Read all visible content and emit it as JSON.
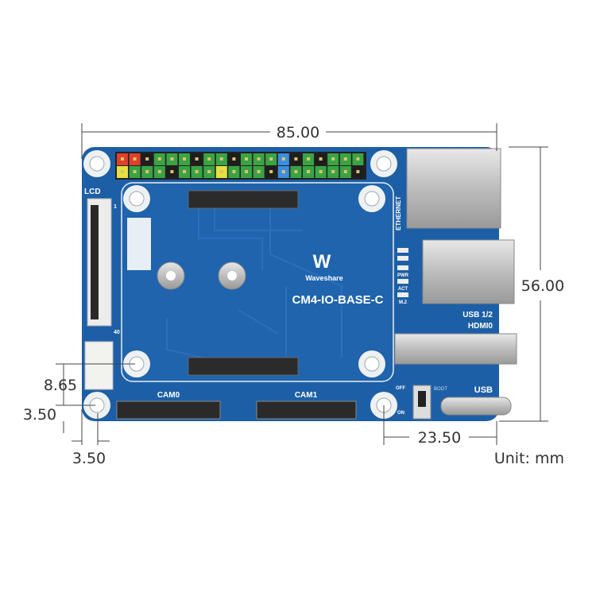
{
  "board": {
    "model": "CM4-IO-BASE-C",
    "brand": "Waveshare",
    "color": "#1d5fa6",
    "labels": {
      "lcd": "LCD",
      "lcd_pin1": "1",
      "lcd_pin40": "40",
      "cam0": "CAM0",
      "cam1": "CAM1",
      "ethernet": "ETHERNET",
      "pwr": "PWR",
      "act": "ACT",
      "m2": "M.2",
      "usb12": "USB 1/2",
      "hdmi0": "HDMI0",
      "usb": "USB",
      "boot": "BOOT",
      "off": "OFF",
      "on": "ON"
    },
    "header_top": [
      "red",
      "red",
      "black",
      "green",
      "green",
      "green",
      "black",
      "green",
      "green",
      "black",
      "green",
      "green",
      "green",
      "blue",
      "black",
      "green",
      "black",
      "green",
      "green",
      "green"
    ],
    "header_bottom": [
      "yellow",
      "green",
      "green",
      "green",
      "black",
      "green",
      "green",
      "green",
      "yellow",
      "green",
      "green",
      "green",
      "black",
      "blue",
      "green",
      "green",
      "green",
      "green",
      "green",
      "black"
    ]
  },
  "dimensions": {
    "width": "85.00",
    "height": "56.00",
    "hdmi_offset": "23.50",
    "hole_offset_y": "8.65",
    "hole_margin_y": "3.50",
    "hole_margin_x": "3.50",
    "unit": "Unit: mm"
  }
}
